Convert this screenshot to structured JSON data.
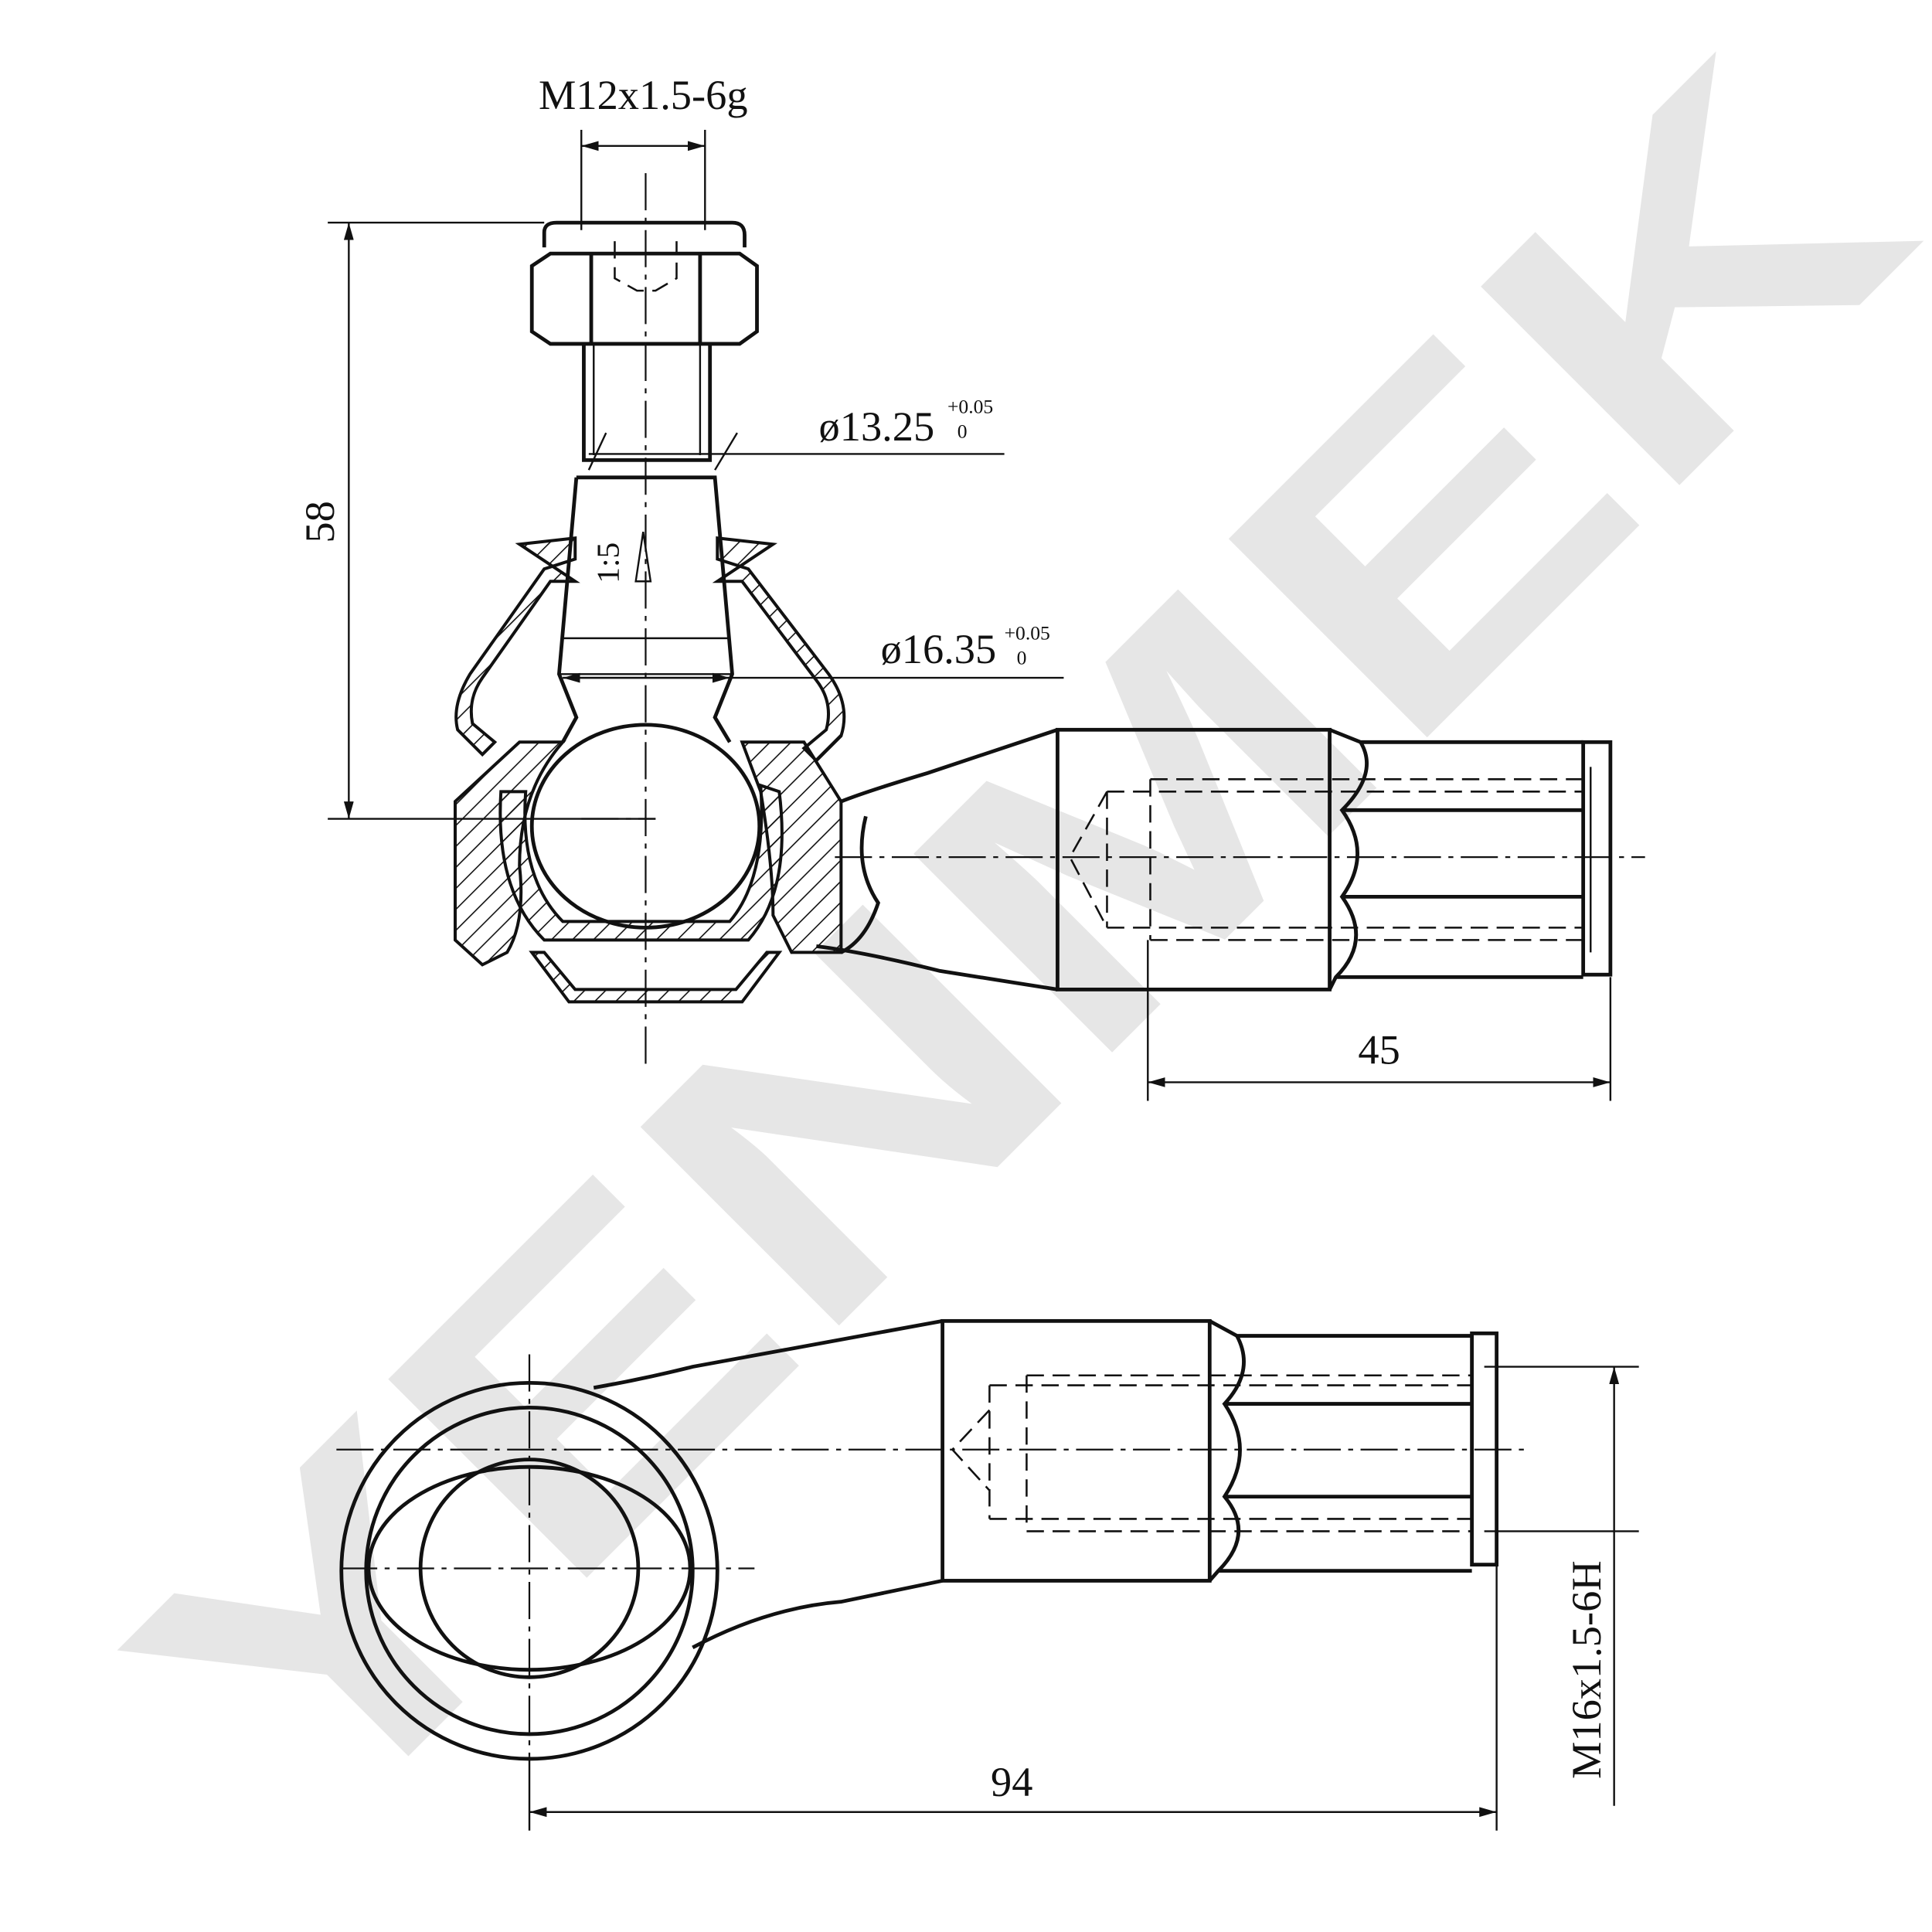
{
  "watermark": "YENMEK",
  "dimensions": {
    "stud_thread": "M12x1.5-6g",
    "height": "58",
    "taper_small_dia": "ø13.25",
    "taper_small_tol_upper": "+0.05",
    "taper_small_tol_lower": "0",
    "taper_ratio": "1:5",
    "taper_large_dia": "ø16.35",
    "taper_large_tol_upper": "+0.05",
    "taper_large_tol_lower": "0",
    "thread_depth": "45",
    "inner_thread": "M16x1.5-6H",
    "overall_length": "94"
  },
  "colors": {
    "line": "#111111",
    "watermark": "#e6e6e6"
  }
}
